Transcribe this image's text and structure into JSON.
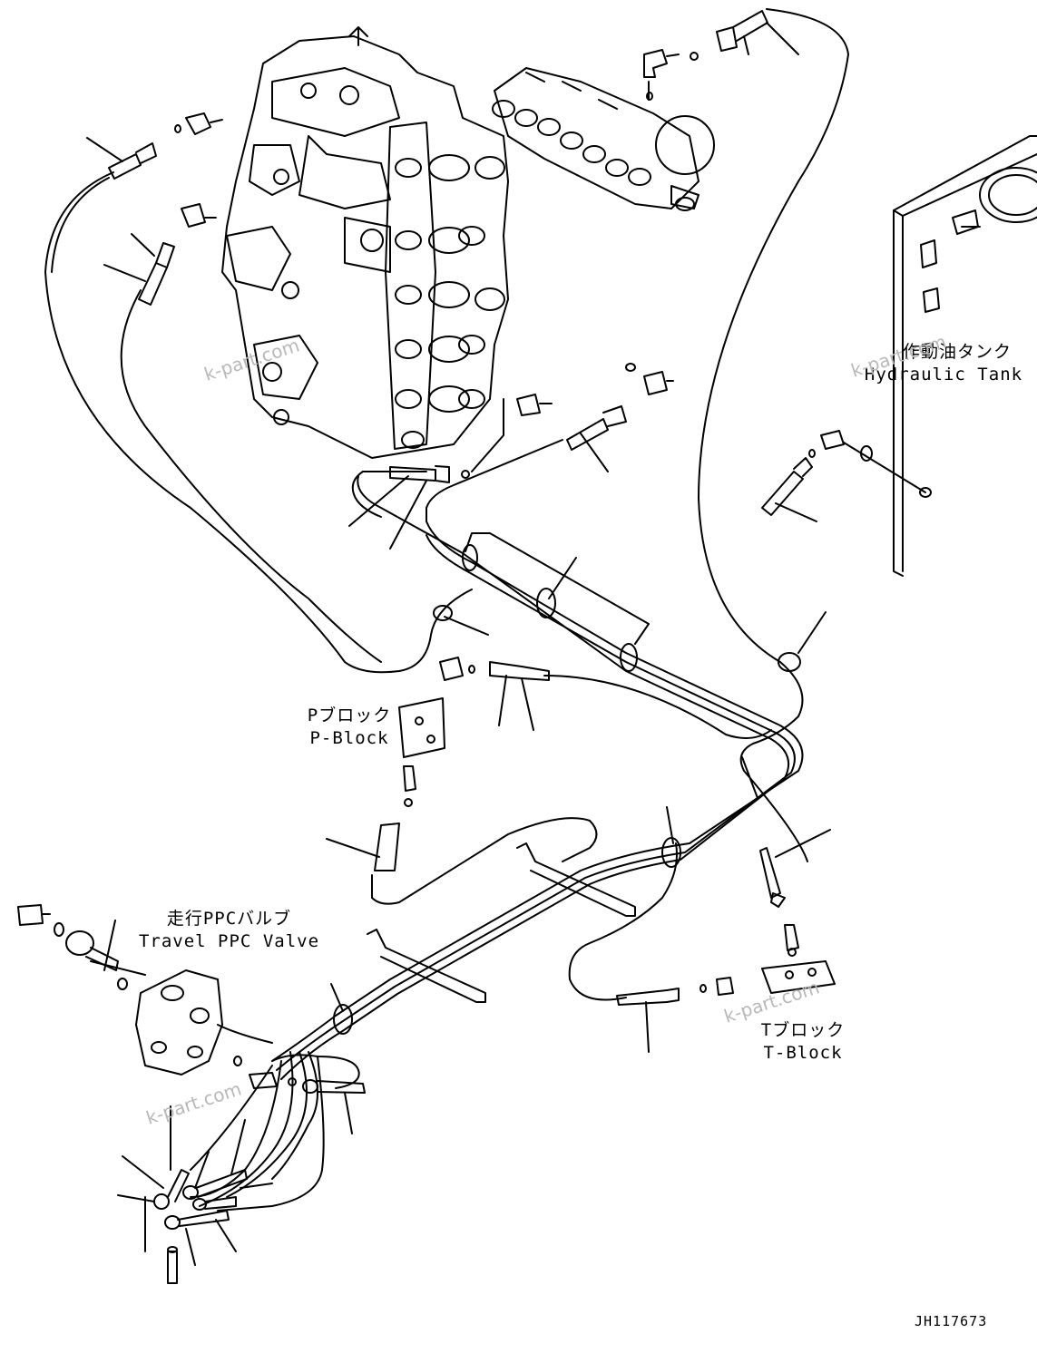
{
  "labels": {
    "hydraulic_tank_ja": "作動油タンク",
    "hydraulic_tank_en": "Hydraulic Tank",
    "p_block_ja": "Pブロック",
    "p_block_en": "P-Block",
    "travel_ppc_ja": "走行PPCバルブ",
    "travel_ppc_en": "Travel PPC Valve",
    "t_block_ja": "Tブロック",
    "t_block_en": "T-Block"
  },
  "watermark": "k-part.com",
  "drawing_code": "JH117673"
}
